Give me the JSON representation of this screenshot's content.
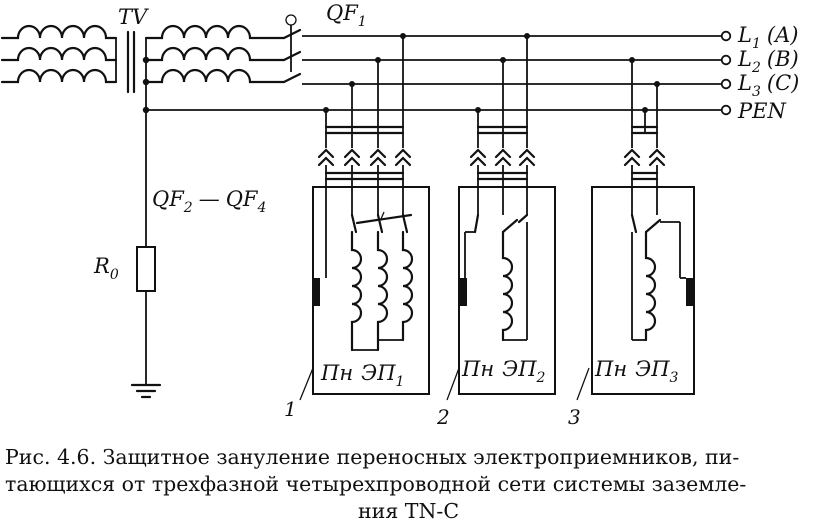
{
  "labels": {
    "transformer": "TV",
    "main_breaker": "QF",
    "main_breaker_sub": "1",
    "line_L1": "L",
    "line_L1_sub": "1",
    "line_L1_phase": "(A)",
    "line_L2": "L",
    "line_L2_sub": "2",
    "line_L2_phase": "(B)",
    "line_L3": "L",
    "line_L3_sub": "3",
    "line_L3_phase": "(C)",
    "pen": "PEN",
    "breakers_a": "QF",
    "breakers_a_sub": "2",
    "breakers_dash": "—",
    "breakers_b": "QF",
    "breakers_b_sub": "4",
    "resistor": "R",
    "resistor_sub": "0"
  },
  "consumers": [
    {
      "starter": "Пн",
      "load": "ЭП",
      "load_sub": "1",
      "number": "1"
    },
    {
      "starter": "Пн",
      "load": "ЭП",
      "load_sub": "2",
      "number": "2"
    },
    {
      "starter": "Пн",
      "load": "ЭП",
      "load_sub": "3",
      "number": "3"
    }
  ],
  "caption": {
    "line1": "Рис. 4.6. Защитное зануление переносных электроприемников, пи-",
    "line2": "тающихся от трехфазной четырехпроводной сети системы заземле-",
    "line3": "ния TN-C"
  }
}
